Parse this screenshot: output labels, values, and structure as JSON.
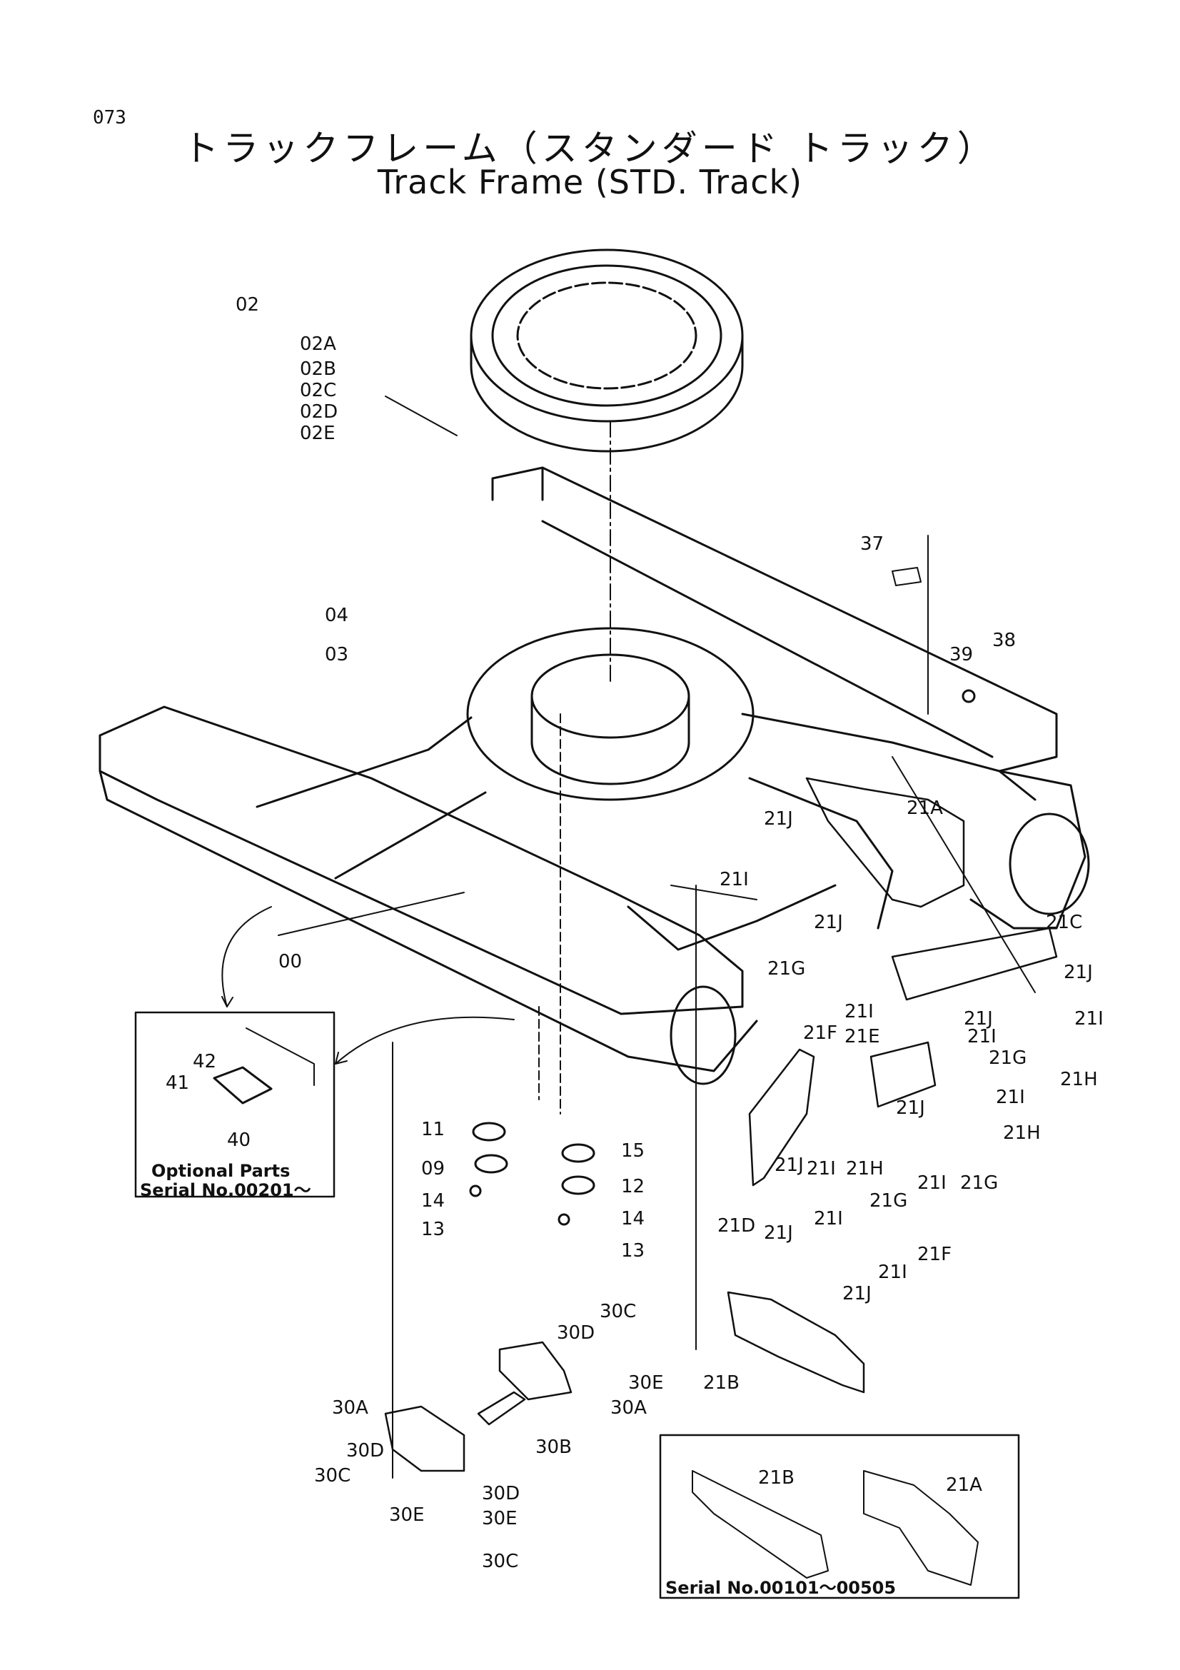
{
  "page_number": "073",
  "title_jp": "トラックフレーム（スタンダード トラック）",
  "title_en": "Track Frame (STD. Track)",
  "part_labels": {
    "p00": "00",
    "p02": "02",
    "p02A": "02A",
    "p02B": "02B",
    "p02C": "02C",
    "p02D": "02D",
    "p02E": "02E",
    "p03": "03",
    "p04": "04",
    "p09": "09",
    "p11": "11",
    "p12": "12",
    "p13a": "13",
    "p13b": "13",
    "p14a": "14",
    "p14b": "14",
    "p15": "15",
    "p21A": "21A",
    "p21B": "21B",
    "p21C": "21C",
    "p21D": "21D",
    "p21E": "21E",
    "p21Fa": "21F",
    "p21Fb": "21F",
    "p21Ga": "21G",
    "p21Gb": "21G",
    "p21Gc": "21G",
    "p21Gd": "21G",
    "p21Ha": "21H",
    "p21Hb": "21H",
    "p21Hc": "21H",
    "p21Ia": "21I",
    "p21Ib": "21I",
    "p21Ic": "21I",
    "p21Id": "21I",
    "p21Ie": "21I",
    "p21If": "21I",
    "p21Ig": "21I",
    "p21Ih": "21I",
    "p21Ii": "21I",
    "p21Ja": "21J",
    "p21Jb": "21J",
    "p21Jc": "21J",
    "p21Jd": "21J",
    "p21Je": "21J",
    "p21Jf": "21J",
    "p21Jg": "21J",
    "p21Jh": "21J",
    "p30Aa": "30A",
    "p30Ab": "30A",
    "p30B": "30B",
    "p30Ca": "30C",
    "p30Cb": "30C",
    "p30Cc": "30C",
    "p30Da": "30D",
    "p30Db": "30D",
    "p30Dc": "30D",
    "p30Ea": "30E",
    "p30Eb": "30E",
    "p30Ec": "30E",
    "p37": "37",
    "p38": "38",
    "p39": "39",
    "p40": "40",
    "p41": "41",
    "p42": "42"
  },
  "inset_optional": {
    "line1": "Optional Parts",
    "line2": "Serial No.00201～"
  },
  "inset_serial": {
    "line1": "Serial No.00101～00505",
    "label_21B": "21B",
    "label_21A": "21A"
  }
}
